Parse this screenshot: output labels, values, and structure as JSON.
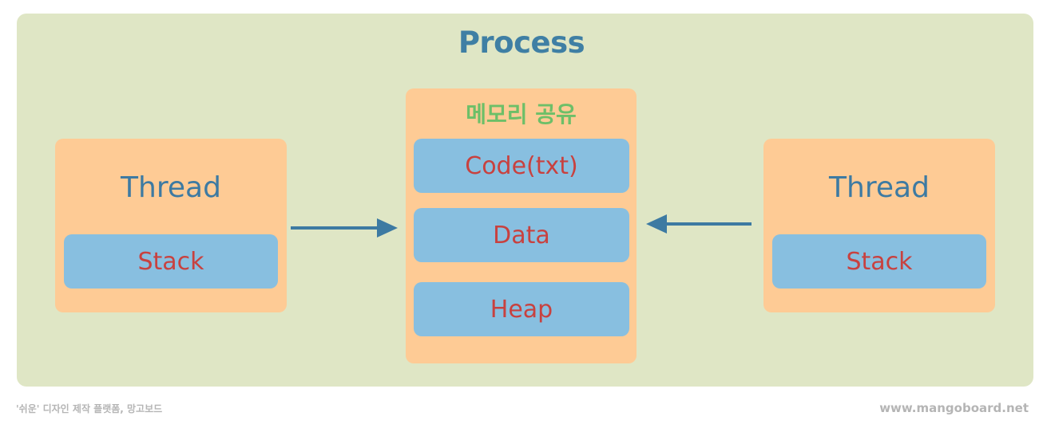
{
  "process": {
    "title": "Process"
  },
  "left_thread": {
    "title": "Thread",
    "stack_label": "Stack"
  },
  "right_thread": {
    "title": "Thread",
    "stack_label": "Stack"
  },
  "memory": {
    "title": "메모리 공유",
    "segments": [
      "Code(txt)",
      "Data",
      "Heap"
    ]
  },
  "footer": {
    "left_text": "'쉬운' 디자인 제작 플랫폼, 망고보드",
    "right_text": "www.mangoboard.net"
  },
  "colors": {
    "background": "#dfe6c5",
    "box": "#fecb95",
    "block": "#88bfe0",
    "title": "#3f7fa4",
    "block_text": "#c8413f",
    "memory_title": "#6dbf68",
    "arrow": "#3d7aa2"
  }
}
